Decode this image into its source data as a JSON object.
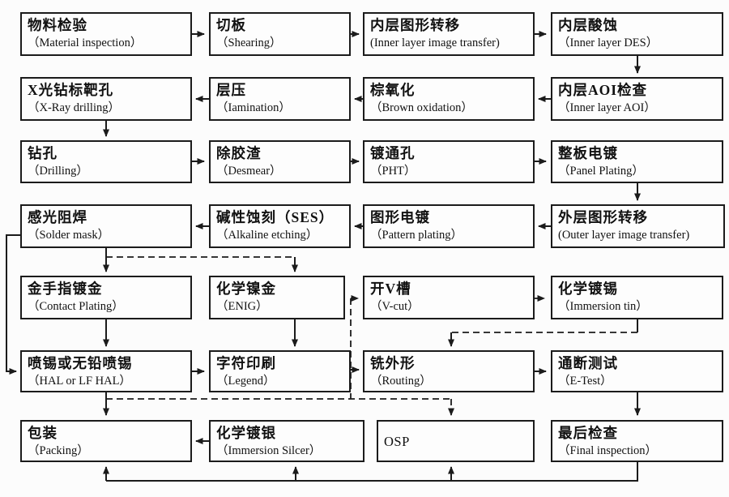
{
  "diagram_type": "flowchart",
  "subject": "PCB 生产流程图 (printed circuit board manufacturing process flow)",
  "colors": {
    "ink": "#1b1b1b",
    "box_fill": "#fdfdfd",
    "background": "#fcfcfc"
  },
  "boxes": [
    {
      "zh": "物料检验",
      "en": "（Material inspection）"
    },
    {
      "zh": "切板",
      "en": "（Shearing）"
    },
    {
      "zh": "内层图形转移",
      "en": "(Inner layer image transfer)"
    },
    {
      "zh": "内层酸蚀",
      "en": "（Inner layer DES）"
    },
    {
      "zh": "X光钻标靶孔",
      "en": "（X-Ray drilling）"
    },
    {
      "zh": "层压",
      "en": "（Iamination）"
    },
    {
      "zh": "棕氧化",
      "en": "（Brown oxidation）"
    },
    {
      "zh": "内层AOI检查",
      "en": "（Inner layer AOI）"
    },
    {
      "zh": "钻孔",
      "en": "（Drilling）"
    },
    {
      "zh": "除胶渣",
      "en": "（Desmear）"
    },
    {
      "zh": "镀通孔",
      "en": "（PHT）"
    },
    {
      "zh": "整板电镀",
      "en": "（Panel Plating）"
    },
    {
      "zh": "感光阻焊",
      "en": "（Solder mask）"
    },
    {
      "zh": "碱性蚀刻（SES）",
      "en": "（Alkaline etching）"
    },
    {
      "zh": "图形电镀",
      "en": "（Pattern plating）"
    },
    {
      "zh": "外层图形转移",
      "en": "(Outer layer image transfer)"
    },
    {
      "zh": "金手指镀金",
      "en": "（Contact Plating）"
    },
    {
      "zh": "化学镍金",
      "en": "（ENIG）"
    },
    {
      "zh": "开V槽",
      "en": "（V-cut）"
    },
    {
      "zh": "化学镀锡",
      "en": "（Immersion tin）"
    },
    {
      "zh": "喷锡或无铅喷锡",
      "en": "（HAL or LF HAL）"
    },
    {
      "zh": "字符印刷",
      "en": "（Legend）"
    },
    {
      "zh": "铣外形",
      "en": "（Routing）"
    },
    {
      "zh": "通断测试",
      "en": "（E-Test）"
    },
    {
      "zh": "包装",
      "en": "（Packing）"
    },
    {
      "zh": "化学镀银",
      "en": "（Immersion Silcer）"
    },
    {
      "zh": "OSP",
      "en": ""
    },
    {
      "zh": "最后检查",
      "en": "（Final inspection）"
    }
  ],
  "connections": {
    "solid": [
      "物料检验→切板",
      "切板→内层图形转移",
      "内层图形转移→内层酸蚀",
      "内层酸蚀→内层AOI检查",
      "内层AOI检查→棕氧化",
      "棕氧化→层压",
      "层压→X光钻标靶孔",
      "X光钻标靶孔→钻孔",
      "钻孔→除胶渣",
      "除胶渣→镀通孔",
      "镀通孔→整板电镀",
      "整板电镀→外层图形转移",
      "外层图形转移→图形电镀",
      "图形电镀→碱性蚀刻（SES）",
      "碱性蚀刻（SES）→感光阻焊",
      "感光阻焊→金手指镀金",
      "感光阻焊→喷锡或无铅喷锡",
      "金手指镀金→喷锡或无铅喷锡",
      "化学镍金→字符印刷",
      "喷锡或无铅喷锡→字符印刷",
      "字符印刷→铣外形",
      "铣外形→通断测试",
      "通断测试→最后检查",
      "喷锡或无铅喷锡→包装",
      "化学镀银→包装",
      "最后检查→包装",
      "最后检查→化学镀银",
      "最后检查→OSP"
    ],
    "dashed": [
      "感光阻焊⇢化学镍金",
      "开V槽⇢化学镀锡",
      "化学镀锡⇢铣外形",
      "旁路虚线⇢开V槽",
      "旁路虚线⇢铣外形",
      "旁路虚线⇢包装",
      "旁路虚线⇢OSP"
    ]
  }
}
